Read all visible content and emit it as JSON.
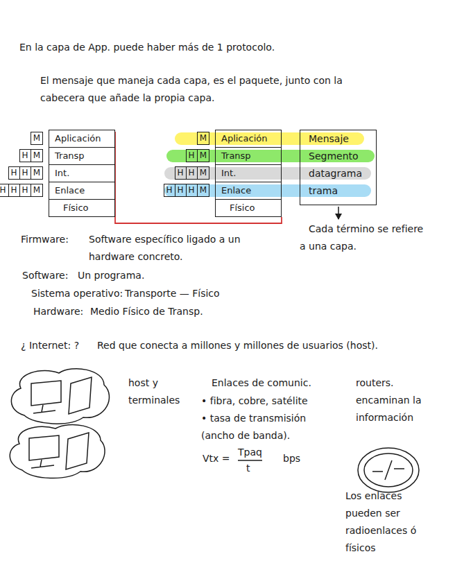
{
  "diagram": {
    "nodes": [
      {
        "text": [
          "M"
        ]
      },
      {
        "text": [
          "H",
          "M"
        ]
      },
      {
        "text": [
          "H",
          "H",
          "M"
        ]
      },
      {
        "text": [
          "H",
          "H",
          "H",
          "M"
        ]
      },
      {
        "text": [
          "Aplicación",
          "Transp",
          "Int.",
          "Enlace",
          "Físico"
        ]
      },
      {
        "text": [
          "M"
        ]
      },
      {
        "text": [
          "H",
          "M"
        ]
      },
      {
        "text": [
          "H",
          "H",
          "M"
        ]
      },
      {
        "text": [
          "H",
          "H",
          "H",
          "M"
        ]
      },
      {
        "text": [
          "Aplicación",
          "Transp",
          "Int.",
          "Enlace",
          "Físico"
        ]
      },
      {
        "text": [
          "Mensaje",
          "Segmento",
          "datagrama",
          "trama"
        ]
      }
    ],
    "edges": [
      {
        "from": 4,
        "to": 9,
        "arrow": "none"
      }
    ],
    "labels": [
      "En la capa de App. puede haber más de 1 protocolo.",
      "El mensaje que maneja cada capa, es el paquete, junto con la cabecera que añade la propia capa.",
      "Cada término se refiere a una capa.",
      "Firmware:",
      "Software específico ligado a un hardware concreto.",
      "Software:",
      "Un programa.",
      "Sistema operativo:",
      "Transporte — Físico",
      "Hardware:",
      "Medio Físico de Transp.",
      "¿ Internet: ?",
      "Red que conecta a millones y millones de usuarios (host).",
      "host y terminales",
      "Enlaces de comunic.",
      "• fibra, cobre, satélite",
      "• tasa de transmisión (ancho de banda).",
      "Vtx =",
      "Tpaq",
      "t",
      "bps",
      "routers. encaminan la información",
      "Los enlaces pueden ser radioenlaces ó físicos"
    ]
  }
}
